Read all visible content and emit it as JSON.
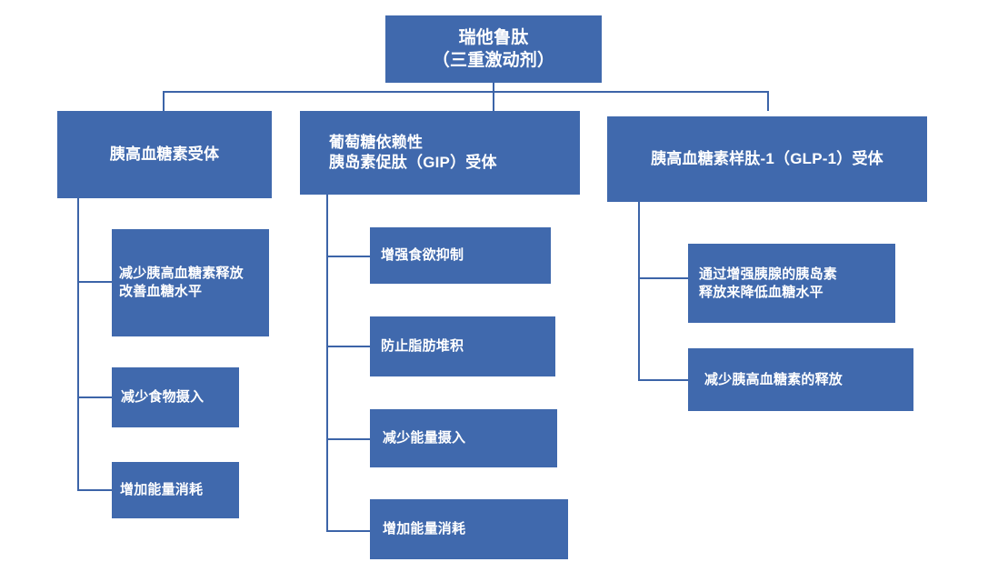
{
  "diagram": {
    "title_node": {
      "id": "retatrutide-root",
      "label": "瑞他鲁肽\n（三重激动剂）"
    },
    "accent_color": "#4069ad",
    "connector_color": "#3c64a8",
    "text_color": "#ffffff",
    "branches": [
      {
        "id": "glucagon-receptor",
        "label": "胰高血糖素受体",
        "children": [
          {
            "id": "gcgr-effect-1",
            "label": "减少胰高血糖素释放\n改善血糖水平"
          },
          {
            "id": "gcgr-effect-2",
            "label": "减少食物摄入"
          },
          {
            "id": "gcgr-effect-3",
            "label": "增加能量消耗"
          }
        ]
      },
      {
        "id": "gip-receptor",
        "label": "葡萄糖依赖性\n胰岛素促肽（GIP）受体",
        "children": [
          {
            "id": "gip-effect-1",
            "label": "增强食欲抑制"
          },
          {
            "id": "gip-effect-2",
            "label": "防止脂肪堆积"
          },
          {
            "id": "gip-effect-3",
            "label": "减少能量摄入"
          },
          {
            "id": "gip-effect-4",
            "label": "增加能量消耗"
          }
        ]
      },
      {
        "id": "glp1-receptor",
        "label": "胰高血糖素样肽-1（GLP-1）受体",
        "children": [
          {
            "id": "glp1-effect-1",
            "label": "通过增强胰腺的胰岛素\n释放来降低血糖水平"
          },
          {
            "id": "glp1-effect-2",
            "label": "减少胰高血糖素的释放"
          }
        ]
      }
    ]
  }
}
